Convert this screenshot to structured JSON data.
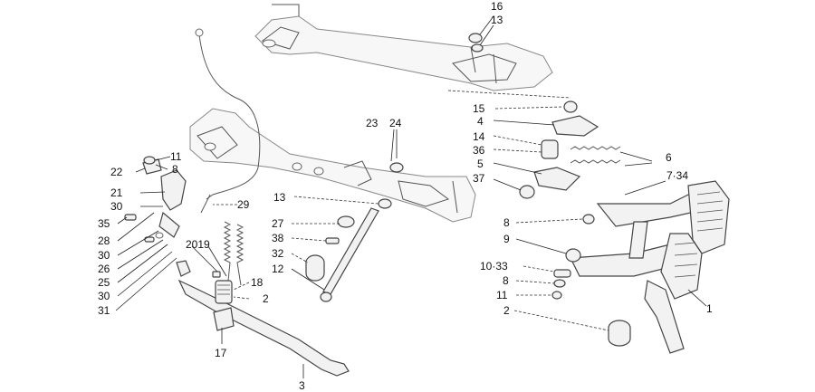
{
  "diagram": {
    "labels": {
      "l16": "16",
      "l13a": "13",
      "l15": "15",
      "l4": "4",
      "l14": "14",
      "l36": "36",
      "l6": "6",
      "l5": "5",
      "l734": "7·34",
      "l37": "37",
      "l8a": "8",
      "l9": "9",
      "l1033": "10·33",
      "l8b": "8",
      "l11a": "11",
      "l2a": "2",
      "l1": "1",
      "l23": "23",
      "l24": "24",
      "l13b": "13",
      "l27": "27",
      "l38": "38",
      "l32": "32",
      "l12": "12",
      "l11b": "11",
      "l8c": "8",
      "l22": "22",
      "l21": "21",
      "l30a": "30",
      "l35": "35",
      "l28": "28",
      "l30b": "30",
      "l26": "26",
      "l25": "25",
      "l30c": "30",
      "l31": "31",
      "l2019": "2019",
      "l29": "29",
      "l18": "18",
      "l2b": "2",
      "l17": "17",
      "l3": "3"
    }
  }
}
